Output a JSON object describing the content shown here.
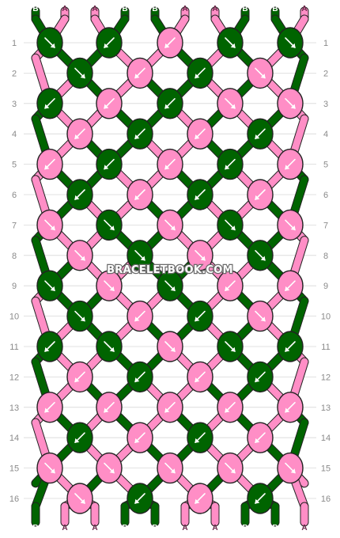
{
  "colors": {
    "B": "#006400",
    "A": "#ff8ec6",
    "stroke": "#222222",
    "grid": "#d8d8d8",
    "row_number": "#8a8a8a"
  },
  "top_labels": [
    "B",
    "A",
    "A",
    "B",
    "B",
    "A",
    "A",
    "B",
    "B",
    "A"
  ],
  "bottom_labels": [
    "B",
    "A",
    "A",
    "B",
    "B",
    "A",
    "A",
    "B",
    "B",
    "A"
  ],
  "row_numbers": [
    "1",
    "2",
    "3",
    "4",
    "5",
    "6",
    "7",
    "8",
    "9",
    "10",
    "11",
    "12",
    "13",
    "14",
    "15",
    "16"
  ],
  "watermark": "BRACELETBOOK.COM",
  "knots": [
    [
      {
        "c": "B",
        "d": "down-right"
      },
      {
        "c": "B",
        "d": "down-left"
      },
      {
        "c": "A",
        "d": "down-left"
      },
      {
        "c": "B",
        "d": "down-right"
      },
      {
        "c": "B",
        "d": "down-right"
      }
    ],
    [
      {
        "c": "B",
        "d": "down-right"
      },
      {
        "c": "A",
        "d": "down-left"
      },
      {
        "c": "B",
        "d": "down-left"
      },
      {
        "c": "A",
        "d": "down-right"
      }
    ],
    [
      {
        "c": "B",
        "d": "down-left"
      },
      {
        "c": "A",
        "d": "down-left"
      },
      {
        "c": "B",
        "d": "down-left"
      },
      {
        "c": "A",
        "d": "down-right"
      },
      {
        "c": "A",
        "d": "down-right"
      }
    ],
    [
      {
        "c": "A",
        "d": "down-left"
      },
      {
        "c": "B",
        "d": "down-left"
      },
      {
        "c": "A",
        "d": "down-left"
      },
      {
        "c": "B",
        "d": "down-left"
      }
    ],
    [
      {
        "c": "A",
        "d": "down-left"
      },
      {
        "c": "B",
        "d": "down-left"
      },
      {
        "c": "A",
        "d": "down-left"
      },
      {
        "c": "B",
        "d": "down-left"
      },
      {
        "c": "A",
        "d": "down-left"
      }
    ],
    [
      {
        "c": "B",
        "d": "left-down"
      },
      {
        "c": "A",
        "d": "left-down"
      },
      {
        "c": "B",
        "d": "left-down"
      },
      {
        "c": "A",
        "d": "left-down"
      }
    ],
    [
      {
        "c": "A",
        "d": "down-right"
      },
      {
        "c": "B",
        "d": "down-right"
      },
      {
        "c": "A",
        "d": "down-right"
      },
      {
        "c": "B",
        "d": "down-right"
      },
      {
        "c": "A",
        "d": "down-right"
      }
    ],
    [
      {
        "c": "A",
        "d": "down-right"
      },
      {
        "c": "B",
        "d": "down-right"
      },
      {
        "c": "A",
        "d": "down-right"
      },
      {
        "c": "B",
        "d": "down-right"
      }
    ],
    [
      {
        "c": "B",
        "d": "down-right"
      },
      {
        "c": "A",
        "d": "down-right"
      },
      {
        "c": "B",
        "d": "down-right"
      },
      {
        "c": "A",
        "d": "down-left"
      },
      {
        "c": "A",
        "d": "down-left"
      }
    ],
    [
      {
        "c": "B",
        "d": "down-right"
      },
      {
        "c": "A",
        "d": "down-left"
      },
      {
        "c": "B",
        "d": "down-left"
      },
      {
        "c": "A",
        "d": "down-right"
      }
    ],
    [
      {
        "c": "B",
        "d": "down-left"
      },
      {
        "c": "B",
        "d": "down-right"
      },
      {
        "c": "A",
        "d": "down-right"
      },
      {
        "c": "B",
        "d": "down-right"
      },
      {
        "c": "B",
        "d": "down-left"
      }
    ],
    [
      {
        "c": "A",
        "d": "down-left"
      },
      {
        "c": "B",
        "d": "down-left"
      },
      {
        "c": "A",
        "d": "down-left"
      },
      {
        "c": "B",
        "d": "down-left"
      }
    ],
    [
      {
        "c": "A",
        "d": "down-left"
      },
      {
        "c": "A",
        "d": "down-left"
      },
      {
        "c": "A",
        "d": "down-left"
      },
      {
        "c": "A",
        "d": "down-left"
      },
      {
        "c": "A",
        "d": "down-left"
      }
    ],
    [
      {
        "c": "B",
        "d": "left-down"
      },
      {
        "c": "A",
        "d": "left-down"
      },
      {
        "c": "B",
        "d": "left-down"
      },
      {
        "c": "A",
        "d": "left-down"
      }
    ],
    [
      {
        "c": "A",
        "d": "down-right"
      },
      {
        "c": "A",
        "d": "down-right"
      },
      {
        "c": "A",
        "d": "down-right"
      },
      {
        "c": "A",
        "d": "down-right"
      },
      {
        "c": "A",
        "d": "down-right"
      }
    ],
    [
      {
        "c": "A",
        "d": "down-right"
      },
      {
        "c": "B",
        "d": "down-left"
      },
      {
        "c": "A",
        "d": "down-left"
      },
      {
        "c": "B",
        "d": "down-left"
      }
    ]
  ]
}
